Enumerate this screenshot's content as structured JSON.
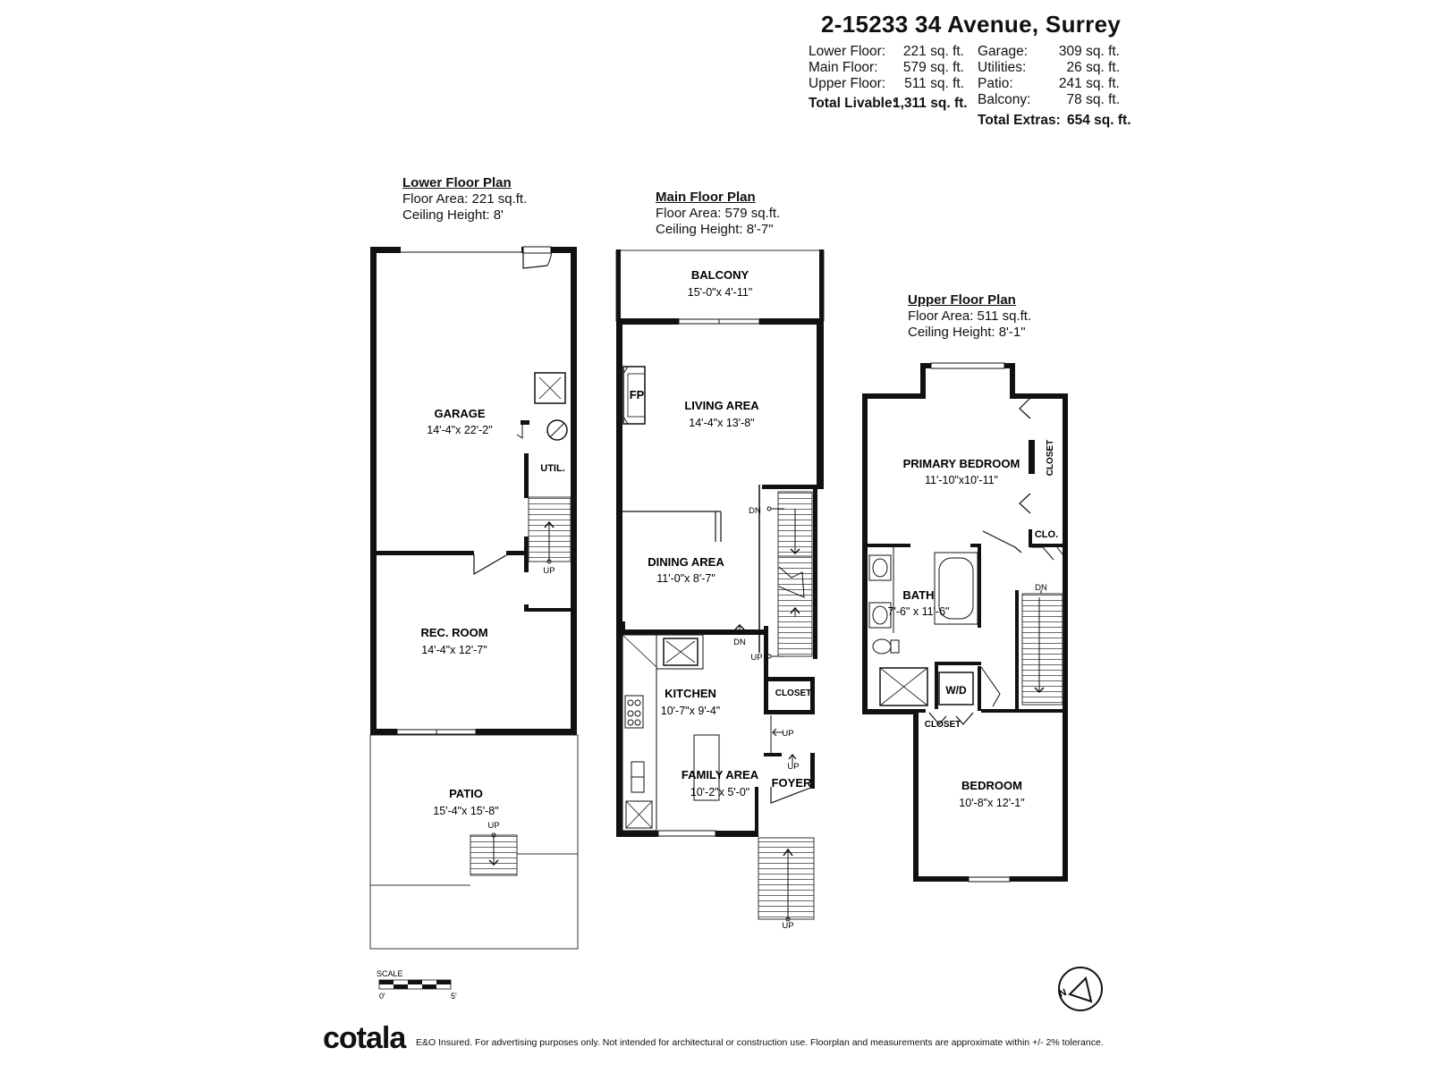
{
  "header": {
    "address": "2-15233 34 Avenue, Surrey",
    "areas_left": [
      {
        "label": "Lower Floor:",
        "value": "221 sq. ft."
      },
      {
        "label": "Main Floor:",
        "value": "579 sq. ft."
      },
      {
        "label": "Upper Floor:",
        "value": "511 sq. ft."
      }
    ],
    "total_livable": {
      "label": "Total Livable:",
      "value": "1,311 sq. ft."
    },
    "areas_right": [
      {
        "label": "Garage:",
        "value": "309 sq. ft."
      },
      {
        "label": "Utilities:",
        "value": "26 sq. ft."
      },
      {
        "label": "Patio:",
        "value": "241 sq. ft."
      },
      {
        "label": "Balcony:",
        "value": "78 sq. ft."
      }
    ],
    "total_extras": {
      "label": "Total Extras:",
      "value": "654 sq. ft."
    }
  },
  "lower_floor": {
    "heading": "Lower Floor Plan",
    "area": "Floor Area: 221 sq.ft.",
    "ceiling": "Ceiling Height: 8'",
    "rooms": {
      "garage": {
        "name": "GARAGE",
        "dims": "14'-4\"x 22'-2\""
      },
      "util": {
        "name": "UTIL."
      },
      "rec": {
        "name": "REC. ROOM",
        "dims": "14'-4\"x 12'-7\""
      },
      "patio": {
        "name": "PATIO",
        "dims": "15'-4\"x 15'-8\""
      }
    },
    "labels": {
      "up": "UP"
    }
  },
  "main_floor": {
    "heading": "Main Floor Plan",
    "area": "Floor Area: 579 sq.ft.",
    "ceiling": "Ceiling Height: 8'-7\"",
    "rooms": {
      "balcony": {
        "name": "BALCONY",
        "dims": "15'-0\"x 4'-11\""
      },
      "living": {
        "name": "LIVING AREA",
        "dims": "14'-4\"x 13'-8\""
      },
      "fp": {
        "name": "FP"
      },
      "dining": {
        "name": "DINING AREA",
        "dims": "11'-0\"x  8'-7\""
      },
      "kitchen": {
        "name": "KITCHEN",
        "dims": "10'-7\"x  9'-4\""
      },
      "family": {
        "name": "FAMILY AREA",
        "dims": "10'-2\"x  5'-0\""
      },
      "closet": {
        "name": "CLOSET"
      },
      "foyer": {
        "name": "FOYER"
      }
    },
    "labels": {
      "dn": "DN",
      "up": "UP"
    }
  },
  "upper_floor": {
    "heading": "Upper Floor Plan",
    "area": "Floor Area: 511 sq.ft.",
    "ceiling": "Ceiling Height: 8'-1\"",
    "rooms": {
      "primary": {
        "name": "PRIMARY BEDROOM",
        "dims": "11'-10\"x10'-11\""
      },
      "closet_v": {
        "name": "CLOSET"
      },
      "clo": {
        "name": "CLO."
      },
      "bath": {
        "name": "BATH",
        "dims": "7'-6\" x 11'-6\""
      },
      "wd": {
        "name": "W/D"
      },
      "closet": {
        "name": "CLOSET"
      },
      "bedroom": {
        "name": "BEDROOM",
        "dims": "10'-8\"x 12'-1\""
      }
    },
    "labels": {
      "dn": "DN"
    }
  },
  "scale": {
    "label": "SCALE",
    "min": "0'",
    "max": "5'"
  },
  "compass": {
    "letter": "N"
  },
  "footer": {
    "logo": "cotala",
    "disclaimer": "E&O Insured. For advertising purposes only. Not intended for architectural or construction use. Floorplan and measurements are approximate within +/- 2% tolerance."
  }
}
